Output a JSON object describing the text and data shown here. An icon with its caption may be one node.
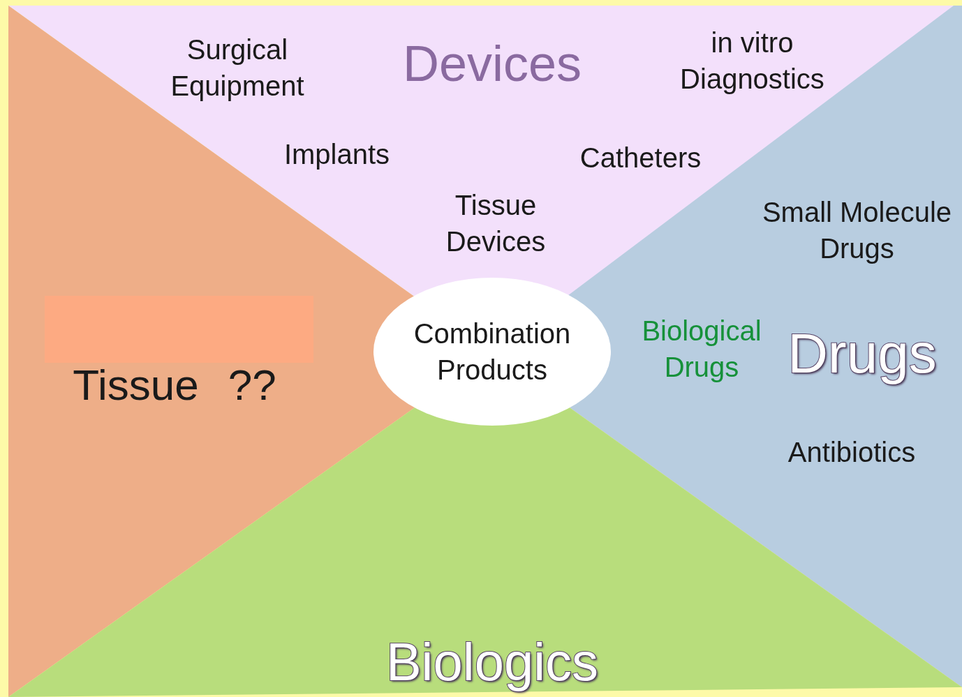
{
  "diagram": {
    "nodes": [
      {
        "text": [
          "Devices"
        ]
      },
      {
        "text": [
          "Surgical Equipment"
        ],
        "in": 0
      },
      {
        "text": [
          "in vitro Diagnostics"
        ],
        "in": 0
      },
      {
        "text": [
          "Implants"
        ],
        "in": 0
      },
      {
        "text": [
          "Catheters"
        ],
        "in": 0
      },
      {
        "text": [
          "Tissue Devices"
        ],
        "in": 0
      },
      {
        "text": [
          "Tissue ??"
        ]
      },
      {
        "text": [],
        "shape": "box",
        "in": 6
      },
      {
        "text": [
          "Drugs"
        ]
      },
      {
        "text": [
          "Small Molecule Drugs"
        ],
        "in": 8
      },
      {
        "text": [
          "Biological Drugs"
        ],
        "in": 8
      },
      {
        "text": [
          "Antibiotics"
        ],
        "in": 8
      },
      {
        "text": [
          "Biologics"
        ]
      },
      {
        "text": [
          "Combination Products"
        ]
      }
    ],
    "edges": []
  }
}
